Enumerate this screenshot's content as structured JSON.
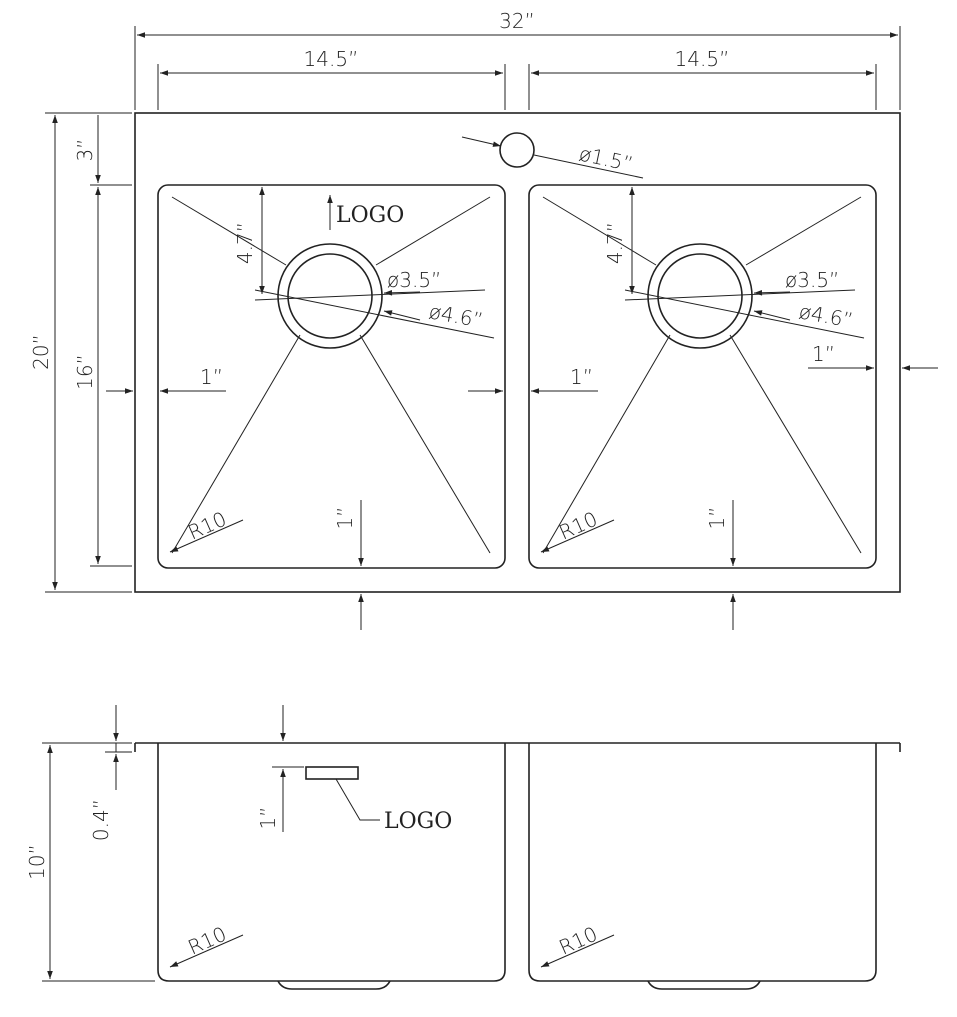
{
  "top_view": {
    "overall_width": "32”",
    "left_bowl_width": "14.5”",
    "right_bowl_width": "14.5”",
    "overall_depth": "20”",
    "back_ledge": "3”",
    "bowl_depth": "16”",
    "faucet_hole": "ø1.5”",
    "left_drain_offset": "4.7”",
    "right_drain_offset": "4.7”",
    "left_drain_inner": "ø3.5”",
    "left_drain_outer": "ø4.6”",
    "right_drain_inner": "ø3.5”",
    "right_drain_outer": "ø4.6”",
    "left_side_margin": "1”",
    "center_divider": "1”",
    "right_side_margin": "1”",
    "left_front_margin": "1”",
    "right_front_margin": "1”",
    "left_radius": "R10",
    "right_radius": "R10",
    "logo": "LOGO"
  },
  "side_view": {
    "total_height": "10”",
    "flange": "0.4”",
    "logo_offset": "1”",
    "logo": "LOGO",
    "left_radius": "R10",
    "right_radius": "R10"
  }
}
